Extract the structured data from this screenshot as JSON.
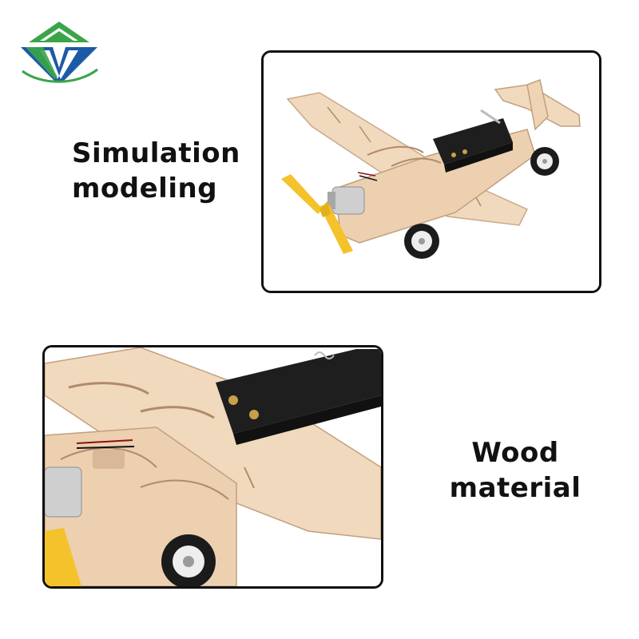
{
  "brand": {
    "logo_icon": "diamond-v-logo-icon",
    "colors": {
      "green": "#3aa548",
      "blue": "#1d5aa6",
      "white": "#ffffff"
    }
  },
  "features": [
    {
      "lines": [
        "Simulation",
        "modeling"
      ],
      "photo_icon": "wooden-airplane-photo"
    },
    {
      "lines": [
        "Wood",
        "material"
      ],
      "photo_icon": "wooden-airplane-closeup-photo"
    }
  ],
  "colors": {
    "text": "#111111",
    "frame": "#111111",
    "wood": "#f1d9bd",
    "propeller": "#f4c22a",
    "battery": "#1e1e1e"
  }
}
